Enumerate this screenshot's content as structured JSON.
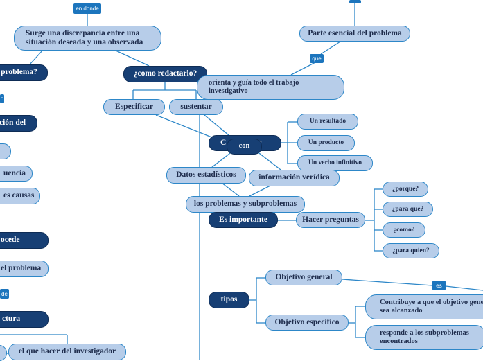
{
  "nodes": {
    "surge": "Surge una discrepancia entre una situación deseada y una observada",
    "parte_esencial": "Parte esencial del problema",
    "problema_left": "problema?",
    "como_redactarlo": "¿como redactarlo?",
    "orienta": "orienta y guía todo el trabajo investigativo",
    "especificar": "Especificar",
    "sustentar": "sustentar",
    "cion_del": "ción del",
    "construir_por": "C              or",
    "con": "con",
    "un_resultado": "Un resultado",
    "un_producto": "Un producto",
    "un_verbo": "Un verbo infinitivo",
    "uencia": "uencia",
    "es_causas": "es causas",
    "datos_estadisticos": "Datos estadísticos",
    "informacion_veridica": "información verídica",
    "porque": "¿porque?",
    "los_problemas": "los problemas y subproblemas",
    "para_que": "¿para que?",
    "es_importante": "Es importante",
    "hacer_preguntas": "Hacer preguntas",
    "como": "¿como?",
    "ocede": "ocede",
    "para_quien": "¿para quien?",
    "el_problema": "el problema",
    "objetivo_general": "Objetivo general",
    "tipos": "tipos",
    "contribuye": "Contribuye a que el objetivo general sea alcanzado",
    "ctura": "ctura",
    "objetivo_especifico": "Objetivo especifico",
    "responde": "responde a los subproblemas encontrados",
    "el_que_hacer": "el que hacer del investigador"
  },
  "tags": {
    "en_donde": "en donde",
    "que": "que",
    "o_left": "o",
    "de_left": "de",
    "es": "es"
  },
  "colors": {
    "light_fill": "#b7cde9",
    "light_border": "#2d87c8",
    "dark_fill": "#173f74",
    "connector": "#2d87c8",
    "tag_fill": "#1c75bd"
  }
}
